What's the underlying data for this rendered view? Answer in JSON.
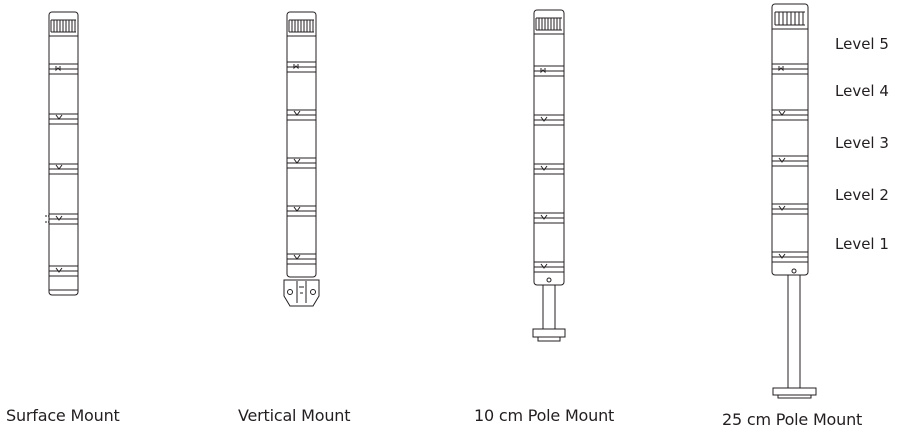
{
  "mounts": [
    {
      "label": "Surface Mount"
    },
    {
      "label": "Vertical Mount"
    },
    {
      "label": "10 cm Pole Mount"
    },
    {
      "label": "25 cm Pole Mount"
    }
  ],
  "levels": [
    "Level 5",
    "Level 4",
    "Level 3",
    "Level 2",
    "Level 1"
  ],
  "colors": {
    "line": "#231f20",
    "background": "#ffffff"
  }
}
